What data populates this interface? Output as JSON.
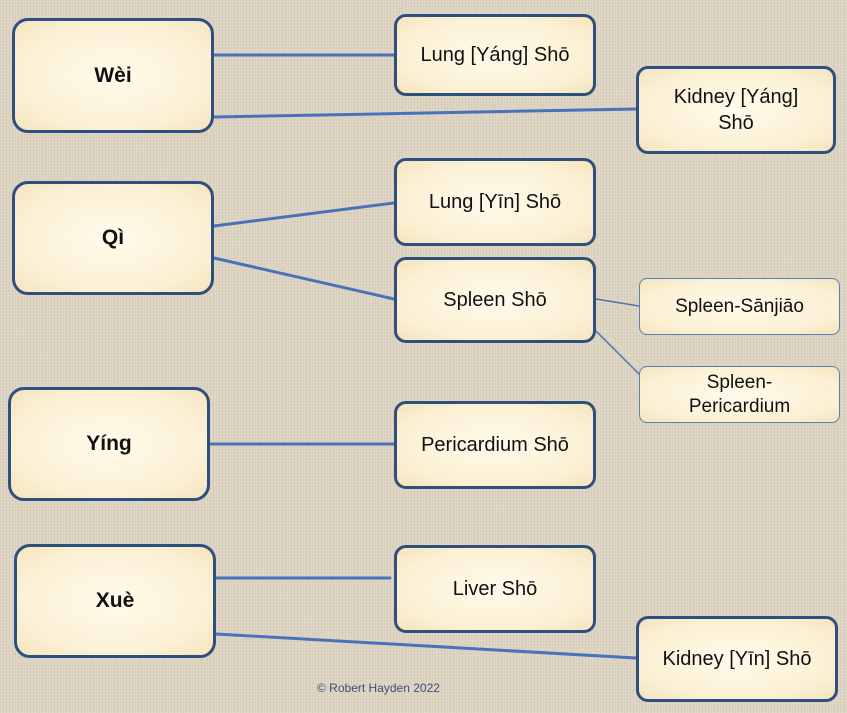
{
  "categories": {
    "wei": "Wèi",
    "qi": "Qì",
    "ying": "Yíng",
    "xue": "Xuè"
  },
  "sho": {
    "lung_yang": "Lung [Yáng] Shō",
    "kidney_yang": "Kidney [Yáng] Shō",
    "lung_yin": "Lung [Yīn] Shō",
    "spleen": "Spleen Shō",
    "pericardium": "Pericardium Shō",
    "liver": "Liver Shō",
    "kidney_yin": "Kidney [Yīn] Shō"
  },
  "sub": {
    "spleen_sanjiao": "Spleen-Sānjiāo",
    "spleen_pericardium": "Spleen-Pericardium"
  },
  "copyright": "© Robert Hayden 2022",
  "colors": {
    "connector": "#4a72b8",
    "border": "#2f4f7f",
    "box_fill": "#fbf0d3",
    "background": "#dcd3c1"
  }
}
